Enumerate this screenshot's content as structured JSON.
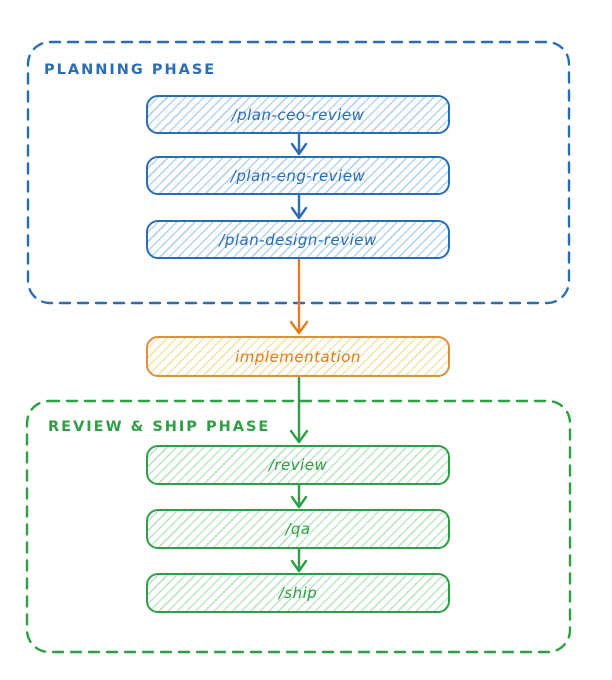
{
  "palette": {
    "blue": "#2a6db6",
    "blue_fill": "#b6d4f0",
    "green": "#2f9e44",
    "green_fill": "#c0e5c9",
    "orange": "#e07c1f",
    "orange_border": "#d9913f",
    "orange_fill": "#f2e3ad"
  },
  "diagram": {
    "type": "flowchart",
    "phases": [
      {
        "label": "PLANNING PHASE",
        "color": "#2a6db6",
        "nodes": [
          "/plan-ceo-review",
          "/plan-eng-review",
          "/plan-design-review"
        ]
      },
      {
        "label": "REVIEW & SHIP PHASE",
        "color": "#2f9e44",
        "nodes": [
          "/review",
          "/qa",
          "/ship"
        ]
      }
    ],
    "connector_node": {
      "label": "implementation",
      "color": "#e07c1f"
    },
    "flow": [
      "/plan-ceo-review",
      "/plan-eng-review",
      "/plan-design-review",
      "implementation",
      "/review",
      "/qa",
      "/ship"
    ]
  }
}
